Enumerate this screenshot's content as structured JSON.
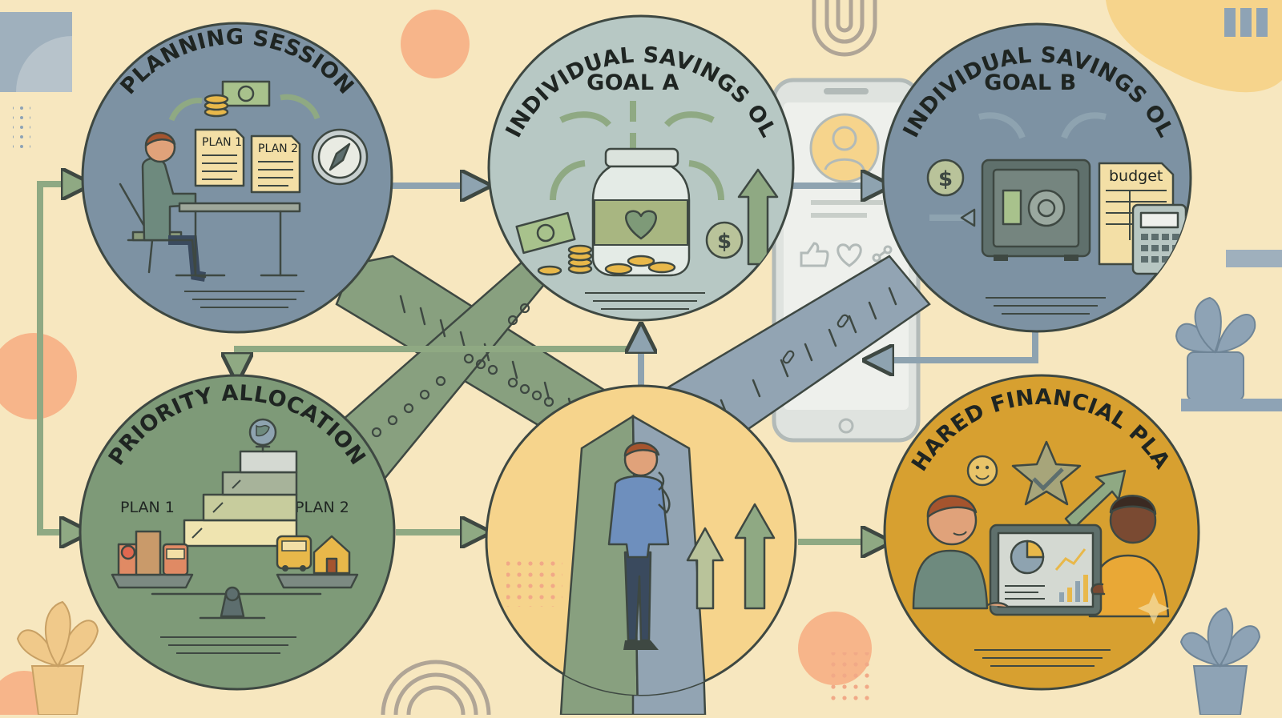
{
  "nodes": {
    "planning": {
      "title": "PLANNING SESSION",
      "plan1": "PLAN 1",
      "plan2": "PLAN 2"
    },
    "goal_a": {
      "title_line1": "INDIVIDUAL SAVINGS OL",
      "title_line2": "GOAL A"
    },
    "goal_b": {
      "title_line1": "INDIVIDUAL SAVINGS OL",
      "title_line2": "GOAL B",
      "budget_label": "budget"
    },
    "priority": {
      "title": "PRIORITY ALLOCATION",
      "plan1": "PLAN 1",
      "plan2": "PLAN 2"
    },
    "decision": {},
    "shared": {
      "title": "SHARED FINANCIAL PLAN"
    }
  },
  "icons": {
    "coin_symbol": "$"
  },
  "colors": {
    "background": "#f7e7bf",
    "slate_blue": "#7d92a3",
    "sage_green": "#7e9a78",
    "pale_teal": "#b7c8c4",
    "amber": "#d7a030",
    "soft_yellow": "#f6d48c",
    "peach": "#f7b58a",
    "outline": "#3e4842"
  }
}
